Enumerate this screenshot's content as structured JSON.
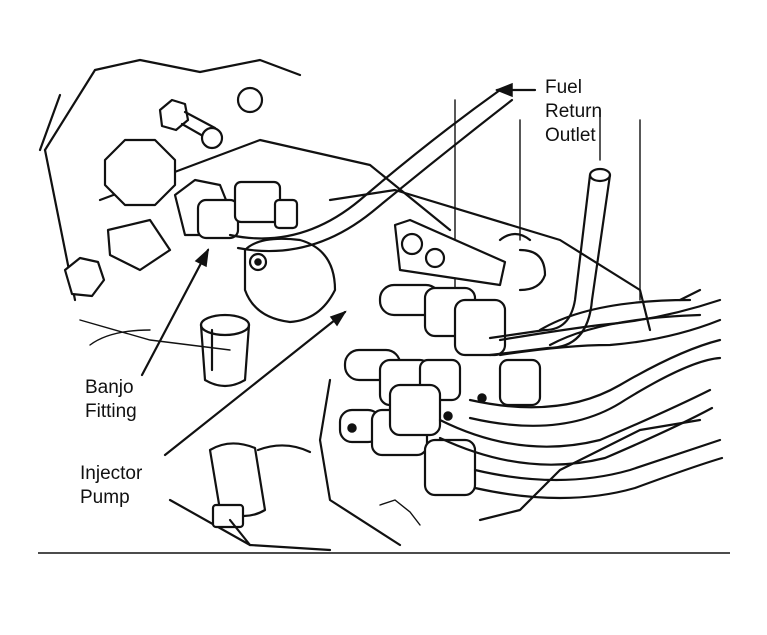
{
  "labels": {
    "fuel_return_outlet": [
      "Fuel",
      "Return",
      "Outlet"
    ],
    "banjo_fitting": [
      "Banjo",
      "Fitting"
    ],
    "injector_pump": [
      "Injector",
      "Pump"
    ]
  },
  "colors": {
    "ink": "#111111",
    "paper": "#ffffff",
    "shade": "#d9d9d9"
  }
}
